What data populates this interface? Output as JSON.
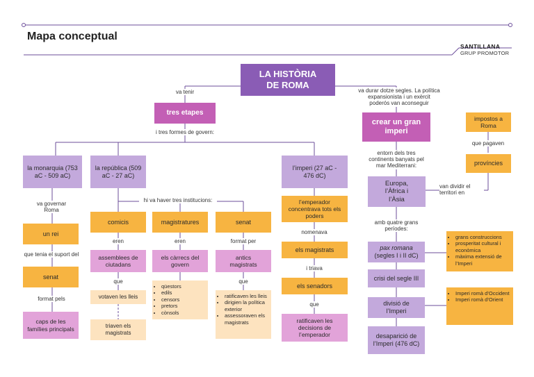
{
  "header": {
    "title": "Mapa conceptual"
  },
  "brand": {
    "line1": "SANTILLANA",
    "line2": "GRUP PROMOTOR"
  },
  "nodes": {
    "root": "LA HISTÒRIA DE ROMA",
    "tres_etapes": "tres etapes",
    "crear_imperi": "crear un gran imperi",
    "impostos": "impostos a Roma",
    "provincies": "províncies",
    "monarquia": "la monarquia (753 aC - 509 aC)",
    "republica": "la república (509 aC - 27 aC)",
    "imperi": "l’imperi (27 aC - 476 dC)",
    "europa": "Europa, l’Àfrica i l’Àsia",
    "un_rei": "un rei",
    "senat_mon": "senat",
    "caps": "caps de les famílies principals",
    "comicis": "comicis",
    "magistratures": "magistratures",
    "senat_rep": "senat",
    "assemblees": "assemblees de ciutadans",
    "carrecs": "els càrrecs del govern",
    "antics": "antics magistrats",
    "votaven": "votaven les lleis",
    "triaven": "triaven els magistrats",
    "emperador": "l’emperador concentrava tots els poders",
    "magistrats": "els magistrats",
    "senadors": "els senadors",
    "ratificaven": "ratificaven les decisions de l’emperador",
    "pax_romana_name": "pax romana",
    "pax_romana_dates": "(segles I i II dC)",
    "crisi": "crisi del segle III",
    "divisio": "divisió de l’Imperi",
    "desaparicio": "desaparició de l’Imperi (476 dC)"
  },
  "lists": {
    "magistratures_list": [
      "qüestors",
      "edils",
      "censors",
      "pretors",
      "cònsols"
    ],
    "senat_list": [
      "ratificaven les lleis",
      "dirigien la política exterior",
      "assessoraven els magistrats"
    ],
    "pax_list": [
      "grans construccions",
      "prosperitat cultural i econòmica",
      "màxima extensió de l’Imperi"
    ],
    "divisio_list": [
      "Imperi romà d’Occident",
      "Imperi romà d’Orient"
    ]
  },
  "labels": {
    "va_tenir": "va tenir",
    "va_durar": "va durar dotze segles. La política expansionista i un exèrcit poderós van aconseguir",
    "i_tres_formes": "i tres formes de govern:",
    "que_pagaven": "que pagaven",
    "entorn": "entorn dels tres continents banyats pel mar Mediterrani:",
    "van_dividir": "van dividir el territori en",
    "va_governar": "va governar Roma",
    "que_tenia": "que tenia el suport del",
    "format_pels": "format pels",
    "hi_va_haver": "hi va haver tres institucions:",
    "eren1": "eren",
    "eren2": "eren",
    "format_per": "format per",
    "que1": "que",
    "que2": "que",
    "nomenava": "nomenava",
    "i_triava": "i triava",
    "que3": "que",
    "amb_quatre": "amb quatre grans períodes:"
  },
  "colors": {
    "dark_purple": "#8a5cb5",
    "magenta": "#c35fb5",
    "lavender": "#c3a9dc",
    "orange": "#f7b441",
    "pink": "#e2a3d9",
    "cream": "#fde3bf",
    "line": "#6b4c9a"
  }
}
